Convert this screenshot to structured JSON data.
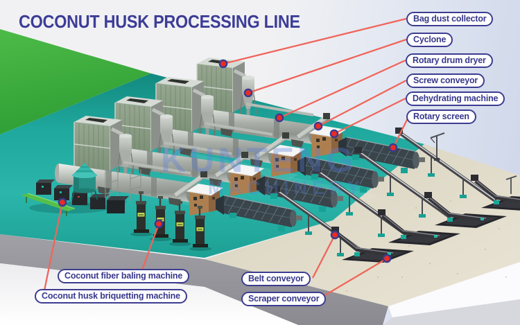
{
  "title": "COCONUT HUSK PROCESSING LINE",
  "watermark": {
    "line1": "KUNTENG",
    "line2": "MACHINERY"
  },
  "labels": {
    "bag_dust_collector": "Bag dust collector",
    "cyclone": "Cyclone",
    "rotary_drum_dryer": "Rotary drum dryer",
    "screw_conveyor": "Screw conveyor",
    "dehydrating_machine": "Dehydrating machine",
    "rotary_screen": "Rotary screen",
    "coconut_fiber_baling_machine": "Coconut fiber baling machine",
    "coconut_husk_briquetting_machine": "Coconut husk briquetting machine",
    "belt_conveyor": "Belt conveyor",
    "scraper_conveyor": "Scraper conveyor"
  },
  "colors": {
    "title_text": "#3c3c98",
    "label_text": "#38388c",
    "label_border": "#3c3c90",
    "label_background": "#ffffff",
    "callout_line": "#f0655a",
    "callout_dot_ring": "#3a3a8e",
    "callout_dot_center": "#e82c27",
    "floor_teal": "#23aca2",
    "floor_beige": "#ded8c6",
    "grass_green": "#3fae41",
    "background_right": "#ccd5e9"
  }
}
